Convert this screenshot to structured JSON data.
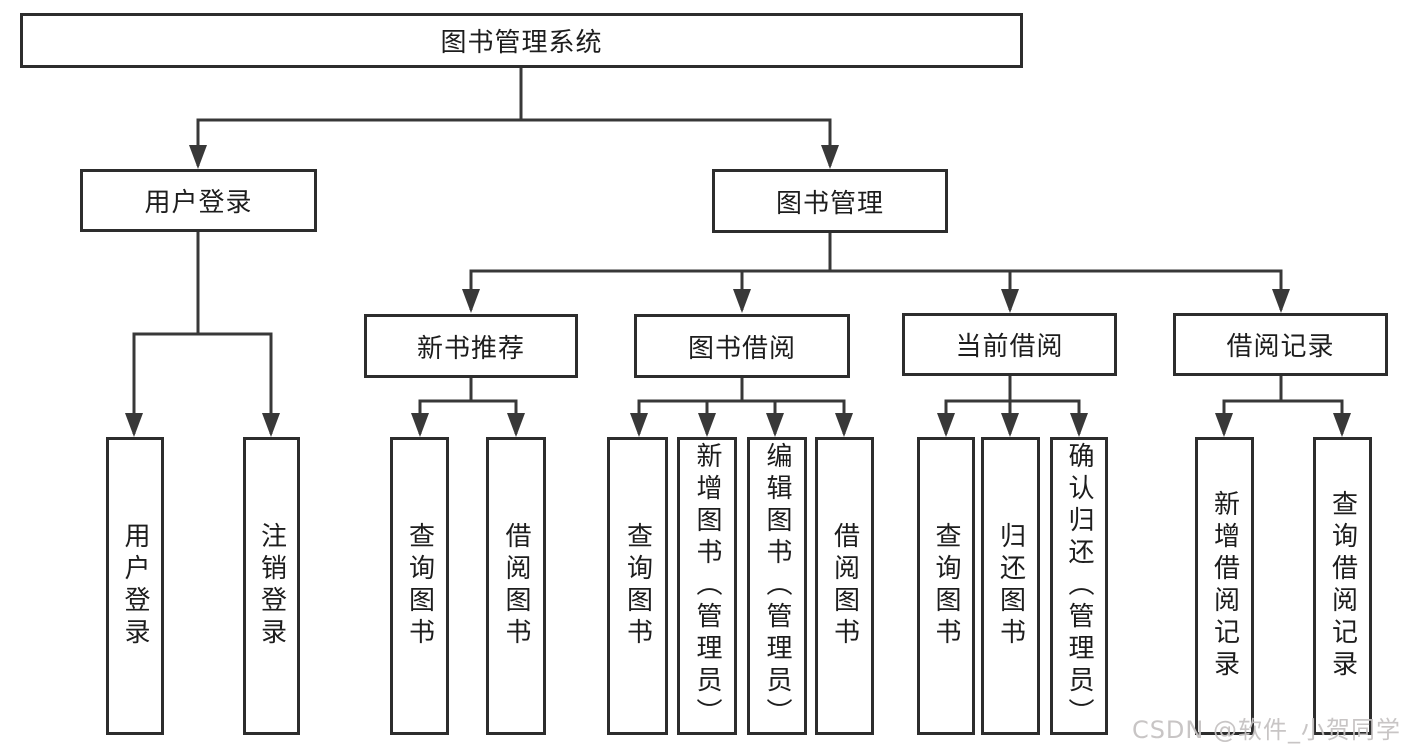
{
  "colors": {
    "line": "#383838",
    "box_border": "#2d2d2d",
    "text": "#1d1d1d",
    "background": "#ffffff",
    "watermark": "#c5c2c2"
  },
  "root": {
    "label": "图书管理系统"
  },
  "user_login": {
    "label": "用户登录",
    "children": [
      "用户登录",
      "注销登录"
    ]
  },
  "book_mgmt": {
    "label": "图书管理"
  },
  "new_books": {
    "label": "新书推荐",
    "children": [
      "查询图书",
      "借阅图书"
    ]
  },
  "book_borrow": {
    "label": "图书借阅",
    "children": [
      "查询图书",
      "新增图书（管理员）",
      "编辑图书（管理员）",
      "借阅图书"
    ]
  },
  "current_borrow": {
    "label": "当前借阅",
    "children": [
      "查询图书",
      "归还图书",
      "确认归还（管理员）"
    ]
  },
  "borrow_records": {
    "label": "借阅记录",
    "children": [
      "新增借阅记录",
      "查询借阅记录"
    ]
  },
  "watermark": {
    "text": "CSDN @软件_小贺同学"
  }
}
